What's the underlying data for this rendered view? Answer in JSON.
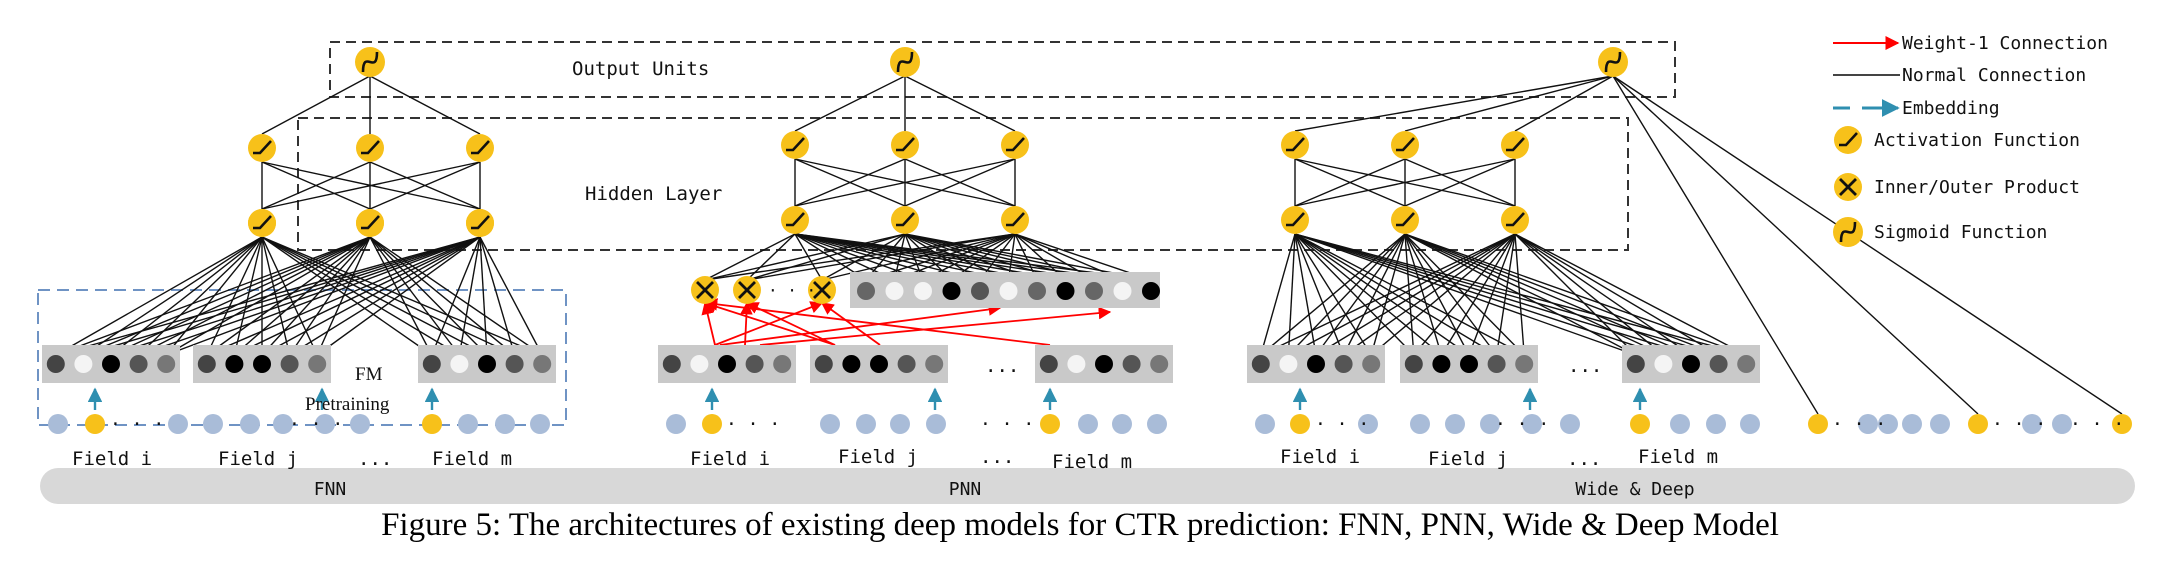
{
  "labels": {
    "output_units": "Output Units",
    "hidden_layer": "Hidden Layer",
    "fm_pretraining_1": "FM",
    "fm_pretraining_2": "Pretraining",
    "ellipsis": "...",
    "dots": "· · ·"
  },
  "legend": {
    "weight1": "Weight-1 Connection",
    "normal": "Normal Connection",
    "embedding": "Embedding",
    "activation": "Activation Function",
    "product": "Inner/Outer Product",
    "sigmoid": "Sigmoid Function"
  },
  "fields": {
    "field_i": "Field i",
    "field_j": "Field j",
    "field_m": "Field m"
  },
  "models": {
    "fnn": "FNN",
    "pnn": "PNN",
    "wide_deep": "Wide & Deep"
  },
  "caption": "Figure 5: The architectures of existing deep models for CTR prediction: FNN, PNN, Wide & Deep Model",
  "colors": {
    "node_yellow": "#f7c11a",
    "node_blue": "#a9bcd8",
    "embed_box": "#c9c9c9",
    "bar": "#d8d8d8",
    "teal": "#2f8fb0",
    "red": "#ff0000"
  }
}
